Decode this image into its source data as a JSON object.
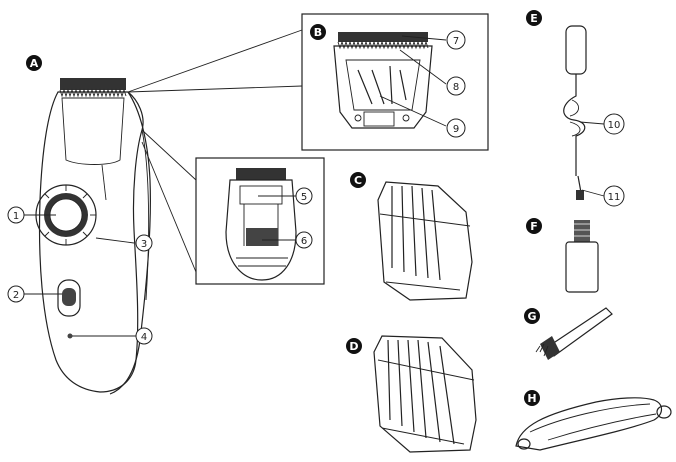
{
  "badges": {
    "a": "A",
    "b": "B",
    "c": "C",
    "d": "D",
    "e": "E",
    "f": "F",
    "g": "G",
    "h": "H"
  },
  "callouts": {
    "n1": "1",
    "n2": "2",
    "n3": "3",
    "n4": "4",
    "n5": "5",
    "n6": "6",
    "n7": "7",
    "n8": "8",
    "n9": "9",
    "n10": "10",
    "n11": "11"
  },
  "colors": {
    "ink": "#222222",
    "paper": "#ffffff",
    "shade": "#d9d9d9",
    "dark": "#333333"
  }
}
